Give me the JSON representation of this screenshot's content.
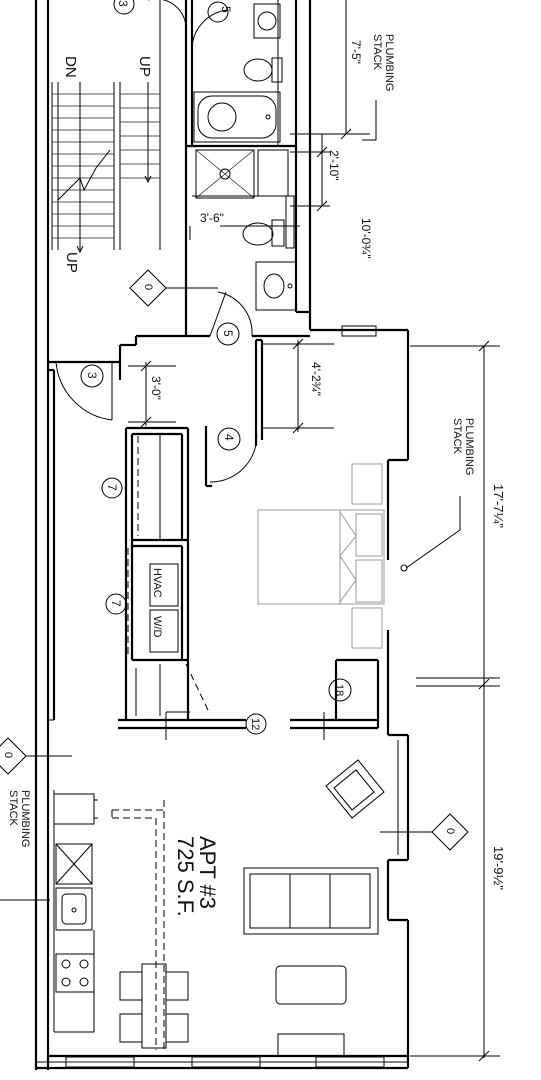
{
  "stairs": {
    "dn": "DN",
    "up": "UP",
    "up2": "UP"
  },
  "doors": {
    "d5a": "5",
    "d3a": "3",
    "d3b": "3",
    "d5b": "5",
    "d4": "4",
    "d7a": "7",
    "d7b": "7",
    "d12": "12",
    "d18": "18"
  },
  "tags": {
    "t1": "0",
    "t2": "0",
    "t3": "0"
  },
  "plumbing": {
    "top_l1": "PLUMBING",
    "top_l2": "STACK",
    "mid_l1": "PLUMBING",
    "mid_l2": "STACK",
    "left_l1": "PLUMBING",
    "left_l2": "STACK"
  },
  "dims": {
    "d_7_5": "7'-5\"",
    "d_2_10": "2'-10\"",
    "d_10_0": "10'-0¾\"",
    "d_3_6": "3'-6\"",
    "d_3_0": "3'-0\"",
    "d_4_2": "4'-2¾\"",
    "d_17_7": "17'-7¼\"",
    "d_19_9": "19'-9½\""
  },
  "appliances": {
    "hvac": "HVAC",
    "wd": "W/D"
  },
  "apartment": {
    "name": "APT #3",
    "area": "725 S.F."
  }
}
